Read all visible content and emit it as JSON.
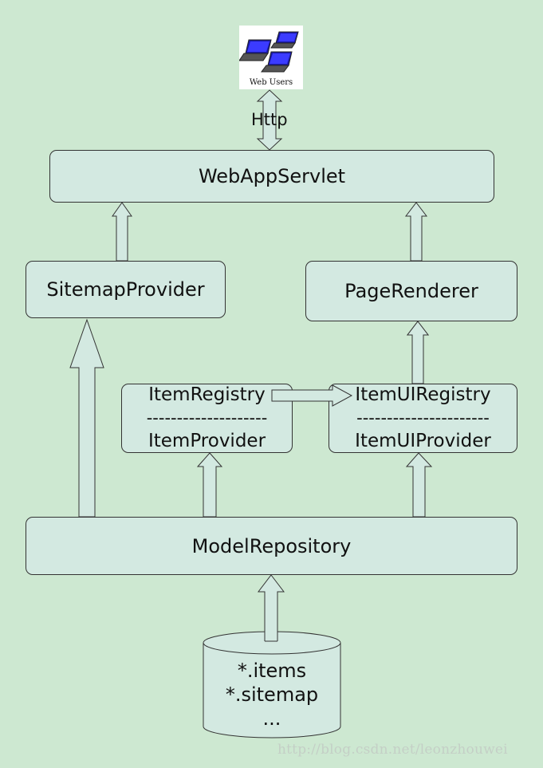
{
  "web_users": {
    "caption": "Web Users"
  },
  "http_label": "Http",
  "boxes": {
    "webappservlet": "WebAppServlet",
    "sitemapprovider": "SitemapProvider",
    "pagerenderer": "PageRenderer",
    "itemregistry": {
      "top": "ItemRegistry",
      "sep": "--------------------",
      "bottom": "ItemProvider"
    },
    "itemuiregistry": {
      "top": "ItemUIRegistry",
      "sep": "----------------------",
      "bottom": "ItemUIProvider"
    },
    "modelrepository": "ModelRepository"
  },
  "storage": {
    "line1": "*.items",
    "line2": "*.sitemap",
    "line3": "..."
  },
  "watermark": "http://blog.csdn.net/leonzhouwei",
  "colors": {
    "background": "#cde8d1",
    "box_fill": "#d3e9e1",
    "stroke": "#333333"
  }
}
